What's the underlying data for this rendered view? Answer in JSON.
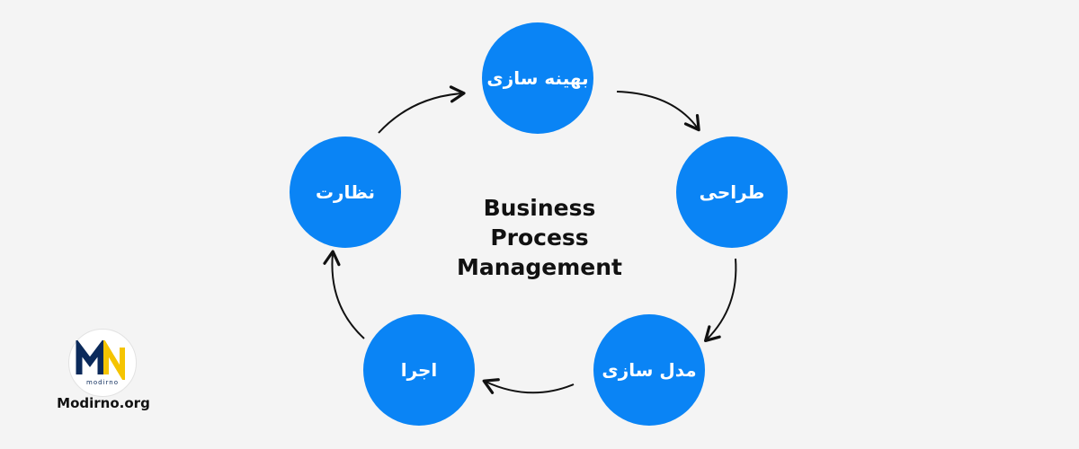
{
  "diagram": {
    "title_lines": [
      "Business",
      "Process",
      "Management"
    ],
    "nodes": {
      "optimization": "بهینه سازی",
      "design": "طراحی",
      "modeling": "مدل سازی",
      "execution": "اجرا",
      "monitoring": "نظارت"
    },
    "node_color": "#0a84f5"
  },
  "branding": {
    "logo_letters": "MN",
    "logo_subtext": "modirno",
    "site": "Modirno.org",
    "logo_colors": [
      "#0b2a5b",
      "#f5c400"
    ]
  }
}
